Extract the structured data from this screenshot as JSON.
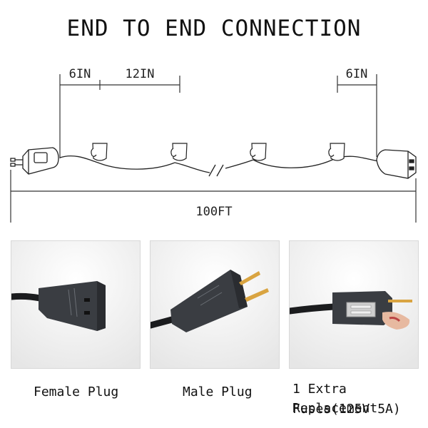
{
  "title": "END TO END CONNECTION",
  "dimensions": {
    "left_lead": "6IN",
    "spacing": "12IN",
    "right_lead": "6IN",
    "total_length": "100FT"
  },
  "captions": {
    "female": "Female Plug",
    "male": "Male Plug",
    "fuse_line1": "1 Extra Replacement",
    "fuse_line2": "Fuses(125V 5A)"
  },
  "colors": {
    "plug_body": "#3a3d42",
    "prong": "#d9a441",
    "line": "#333333"
  }
}
